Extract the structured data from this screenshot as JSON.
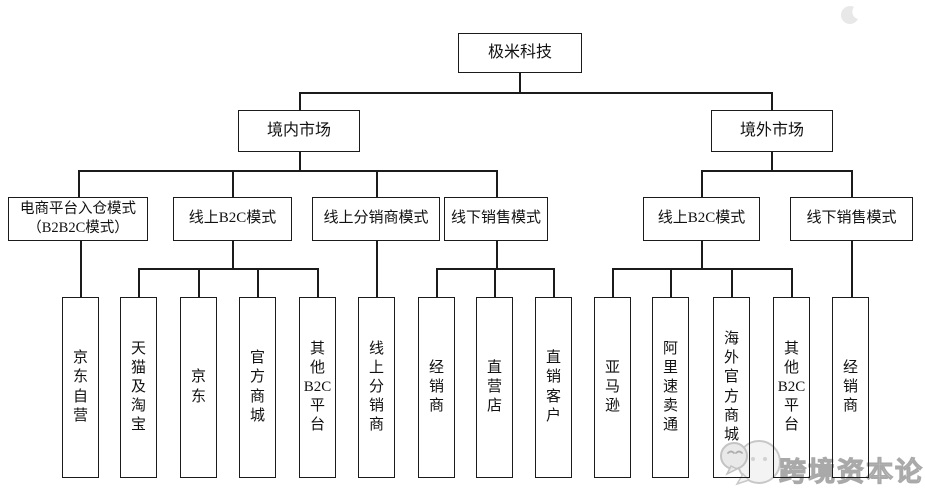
{
  "diagram": {
    "tree": {
      "label": "极米科技",
      "children": [
        {
          "label": "境内市场",
          "children": [
            {
              "label": "电商平台入仓模式（B2B2C模式）",
              "children": [
                {
                  "label": "京东自营"
                }
              ]
            },
            {
              "label": "线上B2C模式",
              "children": [
                {
                  "label": "天猫及淘宝"
                },
                {
                  "label": "京东"
                },
                {
                  "label": "官方商城"
                },
                {
                  "label": "其他B2C平台"
                }
              ]
            },
            {
              "label": "线上分销商模式",
              "children": [
                {
                  "label": "线上分销商"
                }
              ]
            },
            {
              "label": "线下销售模式",
              "children": [
                {
                  "label": "经销商"
                },
                {
                  "label": "直营店"
                },
                {
                  "label": "直销客户"
                }
              ]
            }
          ]
        },
        {
          "label": "境外市场",
          "children": [
            {
              "label": "线上B2C模式",
              "children": [
                {
                  "label": "亚马逊"
                },
                {
                  "label": "阿里速卖通"
                },
                {
                  "label": "海外官方商城"
                },
                {
                  "label": "其他B2C平台"
                }
              ]
            },
            {
              "label": "线下销售模式",
              "children": [
                {
                  "label": "经销商"
                }
              ]
            }
          ]
        }
      ]
    }
  },
  "watermark": {
    "text": "跨境资本论",
    "logo_icon": "chat-bubbles-face-icon",
    "color": "#bdbdbd"
  },
  "colors": {
    "line": "#1b1b1b",
    "text": "#111111",
    "background": "#ffffff"
  }
}
